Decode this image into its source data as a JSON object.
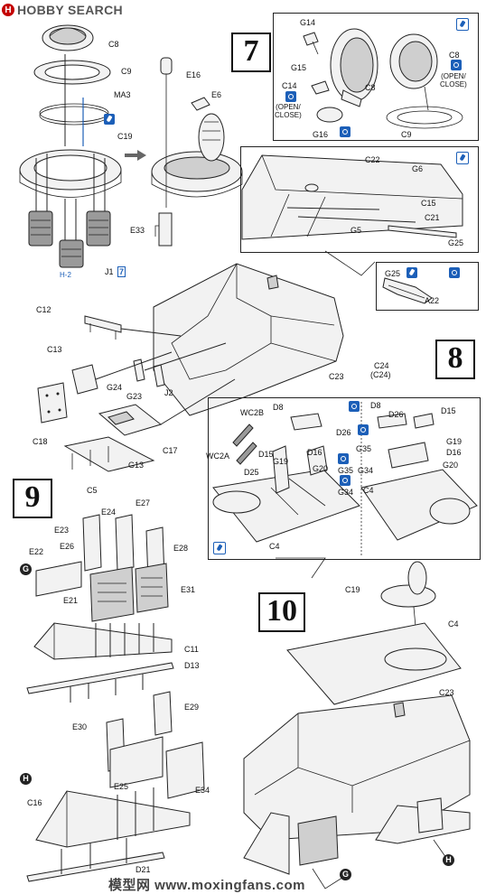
{
  "site": {
    "logo_mark": "H",
    "logo_text": "HOBBY SEARCH",
    "watermark": "模型网 www.moxingfans.com"
  },
  "steps": {
    "s7": "7",
    "s8": "8",
    "s9": "9",
    "s10": "10"
  },
  "part_labels": {
    "c8_top": "C8",
    "c9_top": "C9",
    "ma3": "MA3",
    "c19_top": "C19",
    "e16": "E16",
    "e6": "E6",
    "e33": "E33",
    "j1": "J1",
    "j1_count": "7",
    "h2": "H-2",
    "g14": "G14",
    "g15": "G15",
    "c8_box": "C8",
    "c14": "C14",
    "open_close_a": "(OPEN/\nCLOSE)",
    "c8_box_r": "C8",
    "open_close_b": "(OPEN/\nCLOSE)",
    "g16": "G16",
    "c9_box": "C9",
    "c22": "C22",
    "g6": "G6",
    "c15": "C15",
    "c21": "C21",
    "g5": "G5",
    "g25_a": "G25",
    "g25_b": "G25",
    "a22": "A22",
    "c12": "C12",
    "c13": "C13",
    "c18": "C18",
    "g24": "G24",
    "g23": "G23",
    "j2": "J2",
    "c17": "C17",
    "g13": "G13",
    "c5": "C5",
    "c23_8": "C23",
    "c24": "C24",
    "c24b": "(C24)",
    "wc2b": "WC2B",
    "d8_l": "D8",
    "d26_l": "D26",
    "wc2a": "WC2A",
    "d15_l": "D15",
    "d16_l": "D16",
    "d25": "D25",
    "g19_l": "G19",
    "g20_l": "G20",
    "c4_l": "C4",
    "g35": "G35",
    "g34": "G34",
    "d8_r": "D8",
    "d26_r": "D26",
    "d15_r": "D15",
    "g19_r": "G19",
    "d16_r": "D16",
    "g20_r": "G20",
    "c4_r": "C4",
    "e23": "E23",
    "e24": "E24",
    "e27": "E27",
    "e22": "E22",
    "e26": "E26",
    "e28": "E28",
    "e21": "E21",
    "e31": "E31",
    "c11": "C11",
    "d13": "D13",
    "e29": "E29",
    "e30": "E30",
    "e25": "E25",
    "e34": "E34",
    "c16": "C16",
    "d21": "D21",
    "c19_10": "C19",
    "c4_10": "C4",
    "c23_10": "C23"
  },
  "markers": {
    "g_a": "G",
    "h_a": "H",
    "g_b": "G",
    "h_b": "H"
  },
  "colors": {
    "accent_blue": "#1c5fb8",
    "ink": "#222222"
  }
}
